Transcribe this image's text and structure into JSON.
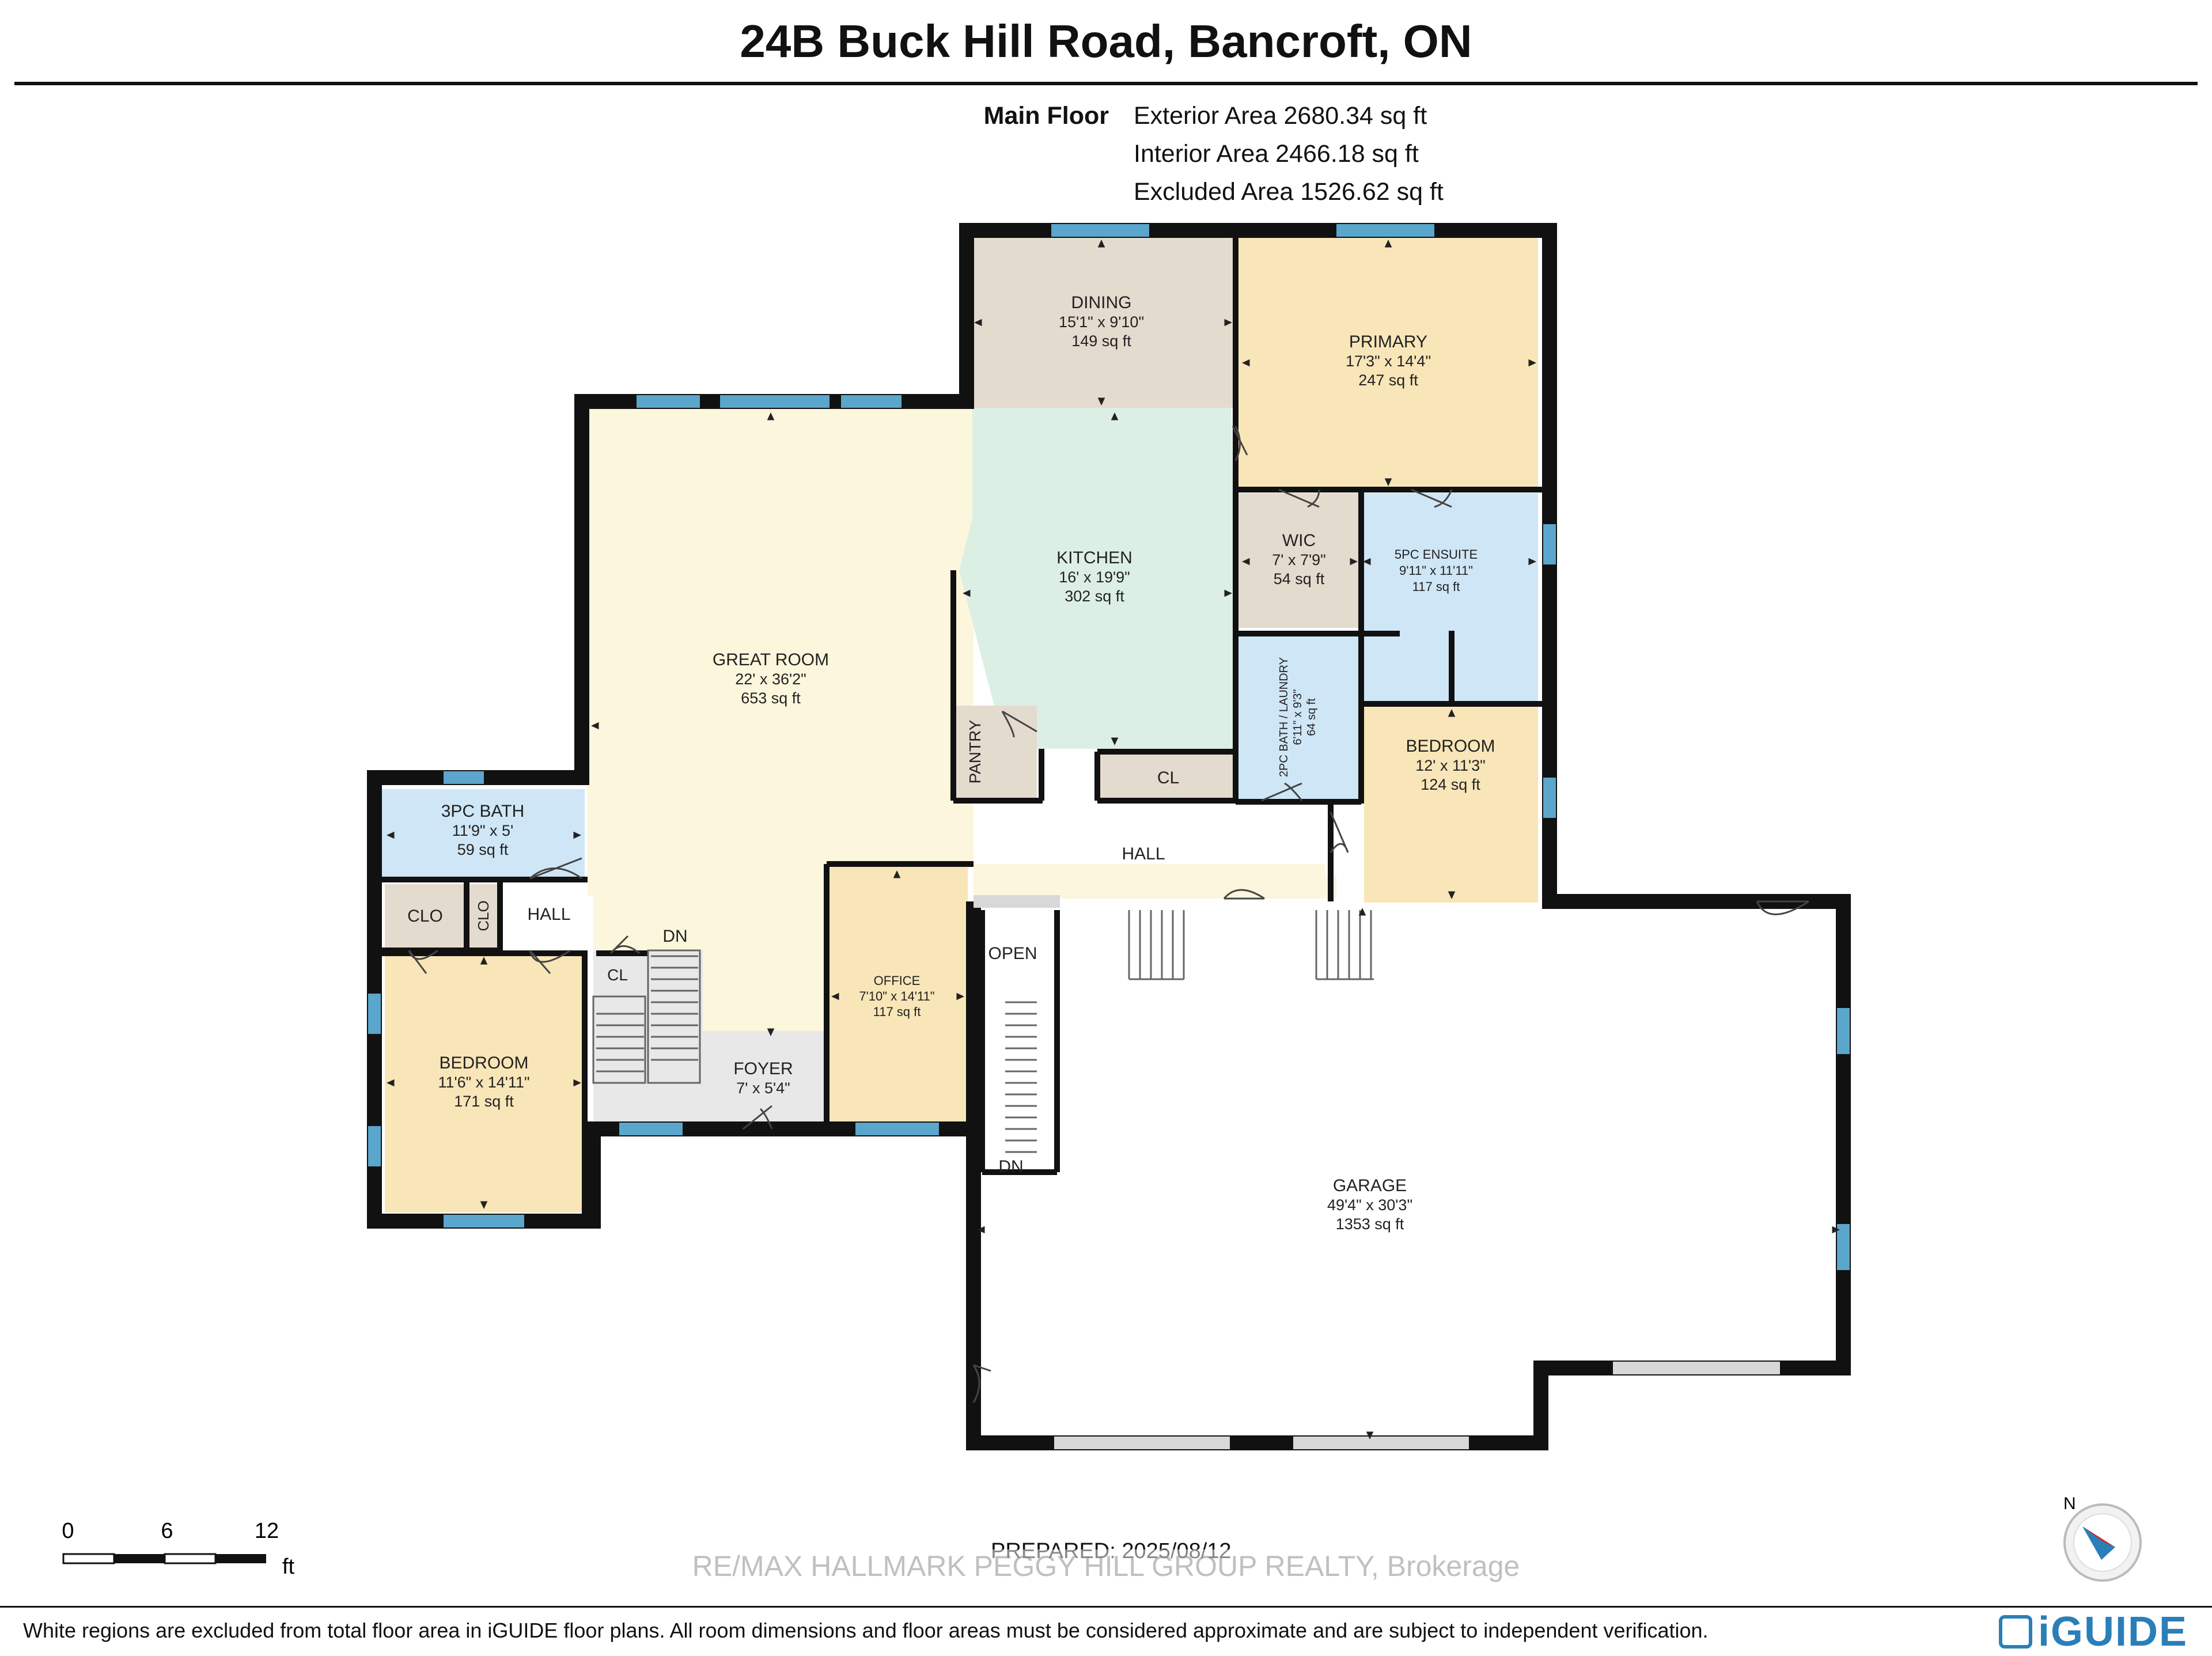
{
  "title": "24B Buck Hill Road, Bancroft, ON",
  "floor": {
    "name": "Main Floor",
    "exterior_area": "Exterior Area 2680.34 sq ft",
    "interior_area": "Interior Area 2466.18 sq ft",
    "excluded_area": "Excluded Area 1526.62 sq ft"
  },
  "rooms": {
    "dining": {
      "name": "DINING",
      "dims": "15'1\" x 9'10\"",
      "area": "149 sq ft"
    },
    "primary": {
      "name": "PRIMARY",
      "dims": "17'3\" x 14'4\"",
      "area": "247 sq ft"
    },
    "kitchen": {
      "name": "KITCHEN",
      "dims": "16' x 19'9\"",
      "area": "302 sq ft"
    },
    "wic": {
      "name": "WIC",
      "dims": "7' x 7'9\"",
      "area": "54 sq ft"
    },
    "ensuite": {
      "name": "5PC ENSUITE",
      "dims": "9'11\" x 11'11\"",
      "area": "117 sq ft"
    },
    "great_room": {
      "name": "GREAT ROOM",
      "dims": "22' x 36'2\"",
      "area": "653 sq ft"
    },
    "laundry": {
      "name": "2PC BATH / LAUNDRY",
      "dims": "6'11\" x 9'3\"",
      "area": "64 sq ft"
    },
    "bedroom_east": {
      "name": "BEDROOM",
      "dims": "12' x 11'3\"",
      "area": "124 sq ft"
    },
    "bath3": {
      "name": "3PC BATH",
      "dims": "11'9\" x 5'",
      "area": "59 sq ft"
    },
    "office": {
      "name": "OFFICE",
      "dims": "7'10\" x 14'11\"",
      "area": "117 sq ft"
    },
    "bedroom_west": {
      "name": "BEDROOM",
      "dims": "11'6\" x 14'11\"",
      "area": "171 sq ft"
    },
    "foyer": {
      "name": "FOYER",
      "dims": "7' x 5'4\"",
      "area": ""
    },
    "garage": {
      "name": "GARAGE",
      "dims": "49'4\" x 30'3\"",
      "area": "1353 sq ft"
    }
  },
  "labels": {
    "pantry": "PANTRY",
    "cl": "CL",
    "clo": "CLO",
    "hall": "HALL",
    "dn": "DN",
    "open": "OPEN"
  },
  "scale": {
    "t0": "0",
    "t1": "6",
    "t2": "12",
    "unit": "ft"
  },
  "prepared": "PREPARED: 2025/08/12",
  "watermark": "RE/MAX HALLMARK PEGGY HILL GROUP REALTY, Brokerage",
  "footer_note": "White regions are excluded from total floor area in iGUIDE floor plans. All room dimensions and floor areas must be considered approximate and are subject to independent verification.",
  "brand": "iGUIDE",
  "compass_label": "N",
  "colors": {
    "great_room": "#fbf6dc",
    "dining": "#e4dbcf",
    "kitchen": "#dcefe5",
    "primary": "#f8e6b8",
    "bedroom": "#f8e6b8",
    "office": "#f8e6b8",
    "bath": "#cfe6f6",
    "closet": "#e4dbcf",
    "stairs": "#e8e8e8",
    "window": "#5aa6cc",
    "brand": "#2a7fb8"
  }
}
